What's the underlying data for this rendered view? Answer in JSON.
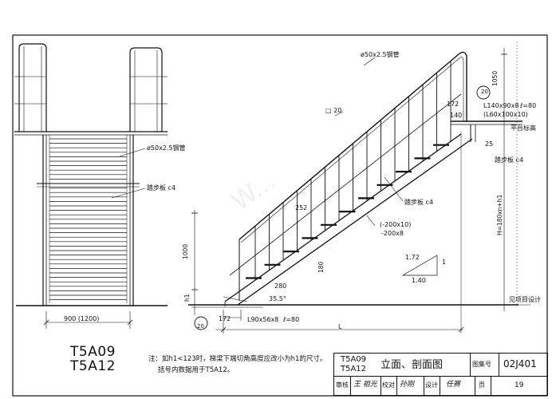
{
  "left_view": {
    "pipe_label": "ø50x2.5钢管",
    "tread_label": "踏步板 c4",
    "width_dim": "900 (1200)"
  },
  "section_view": {
    "pipe_label": "ø50x2.5钢管",
    "square_label": "□ 20",
    "tread_label": "踏步板 c4",
    "dim_172_top": "172",
    "dim_140": "140",
    "angle_top": "L140x90x8",
    "l_top": "ℓ=80",
    "angle_top_alt": "(L60x100x10)",
    "dim_1050": "1050",
    "platform_label": "平台标高",
    "dim_25": "25",
    "tread_label_top": "踏步板 c4",
    "h_label": "H=180xn+h1",
    "dim_252": "252",
    "plate_label_1": "(-200x10)",
    "plate_label_2": "-200x8",
    "slope_1": "1.72",
    "slope_2": "1",
    "slope_3": "1.40",
    "dim_1000": "1000",
    "dim_180": "180",
    "dim_280": "280",
    "h1": "h1",
    "angle": "35.5°",
    "design_label": "见项目设计",
    "dim_172_bottom": "172",
    "angle_bottom": "L90x56x8",
    "l_bottom": "ℓ=80",
    "L": "L",
    "detail_top_num": "20",
    "detail_bottom_num": "20",
    "watermark": "W..."
  },
  "codes": {
    "line1": "T5A09",
    "line2": "T5A12"
  },
  "note": {
    "line1": "注：如h1<123时，梯梁下端切角高度应改小为h1的尺寸。",
    "line2": "括号内数据用于T5A12。"
  },
  "title_block": {
    "code1": "T5A09",
    "code2": "T5A12",
    "title": "立面、剖面图",
    "atlas_label": "图集号",
    "atlas_no": "02J401",
    "review": "审核",
    "review_sig": "王 祖光",
    "check": "校对",
    "check_sig": "孙刚",
    "design": "设计",
    "design_sig": "任赛",
    "page_label": "页",
    "page_no": "19"
  }
}
